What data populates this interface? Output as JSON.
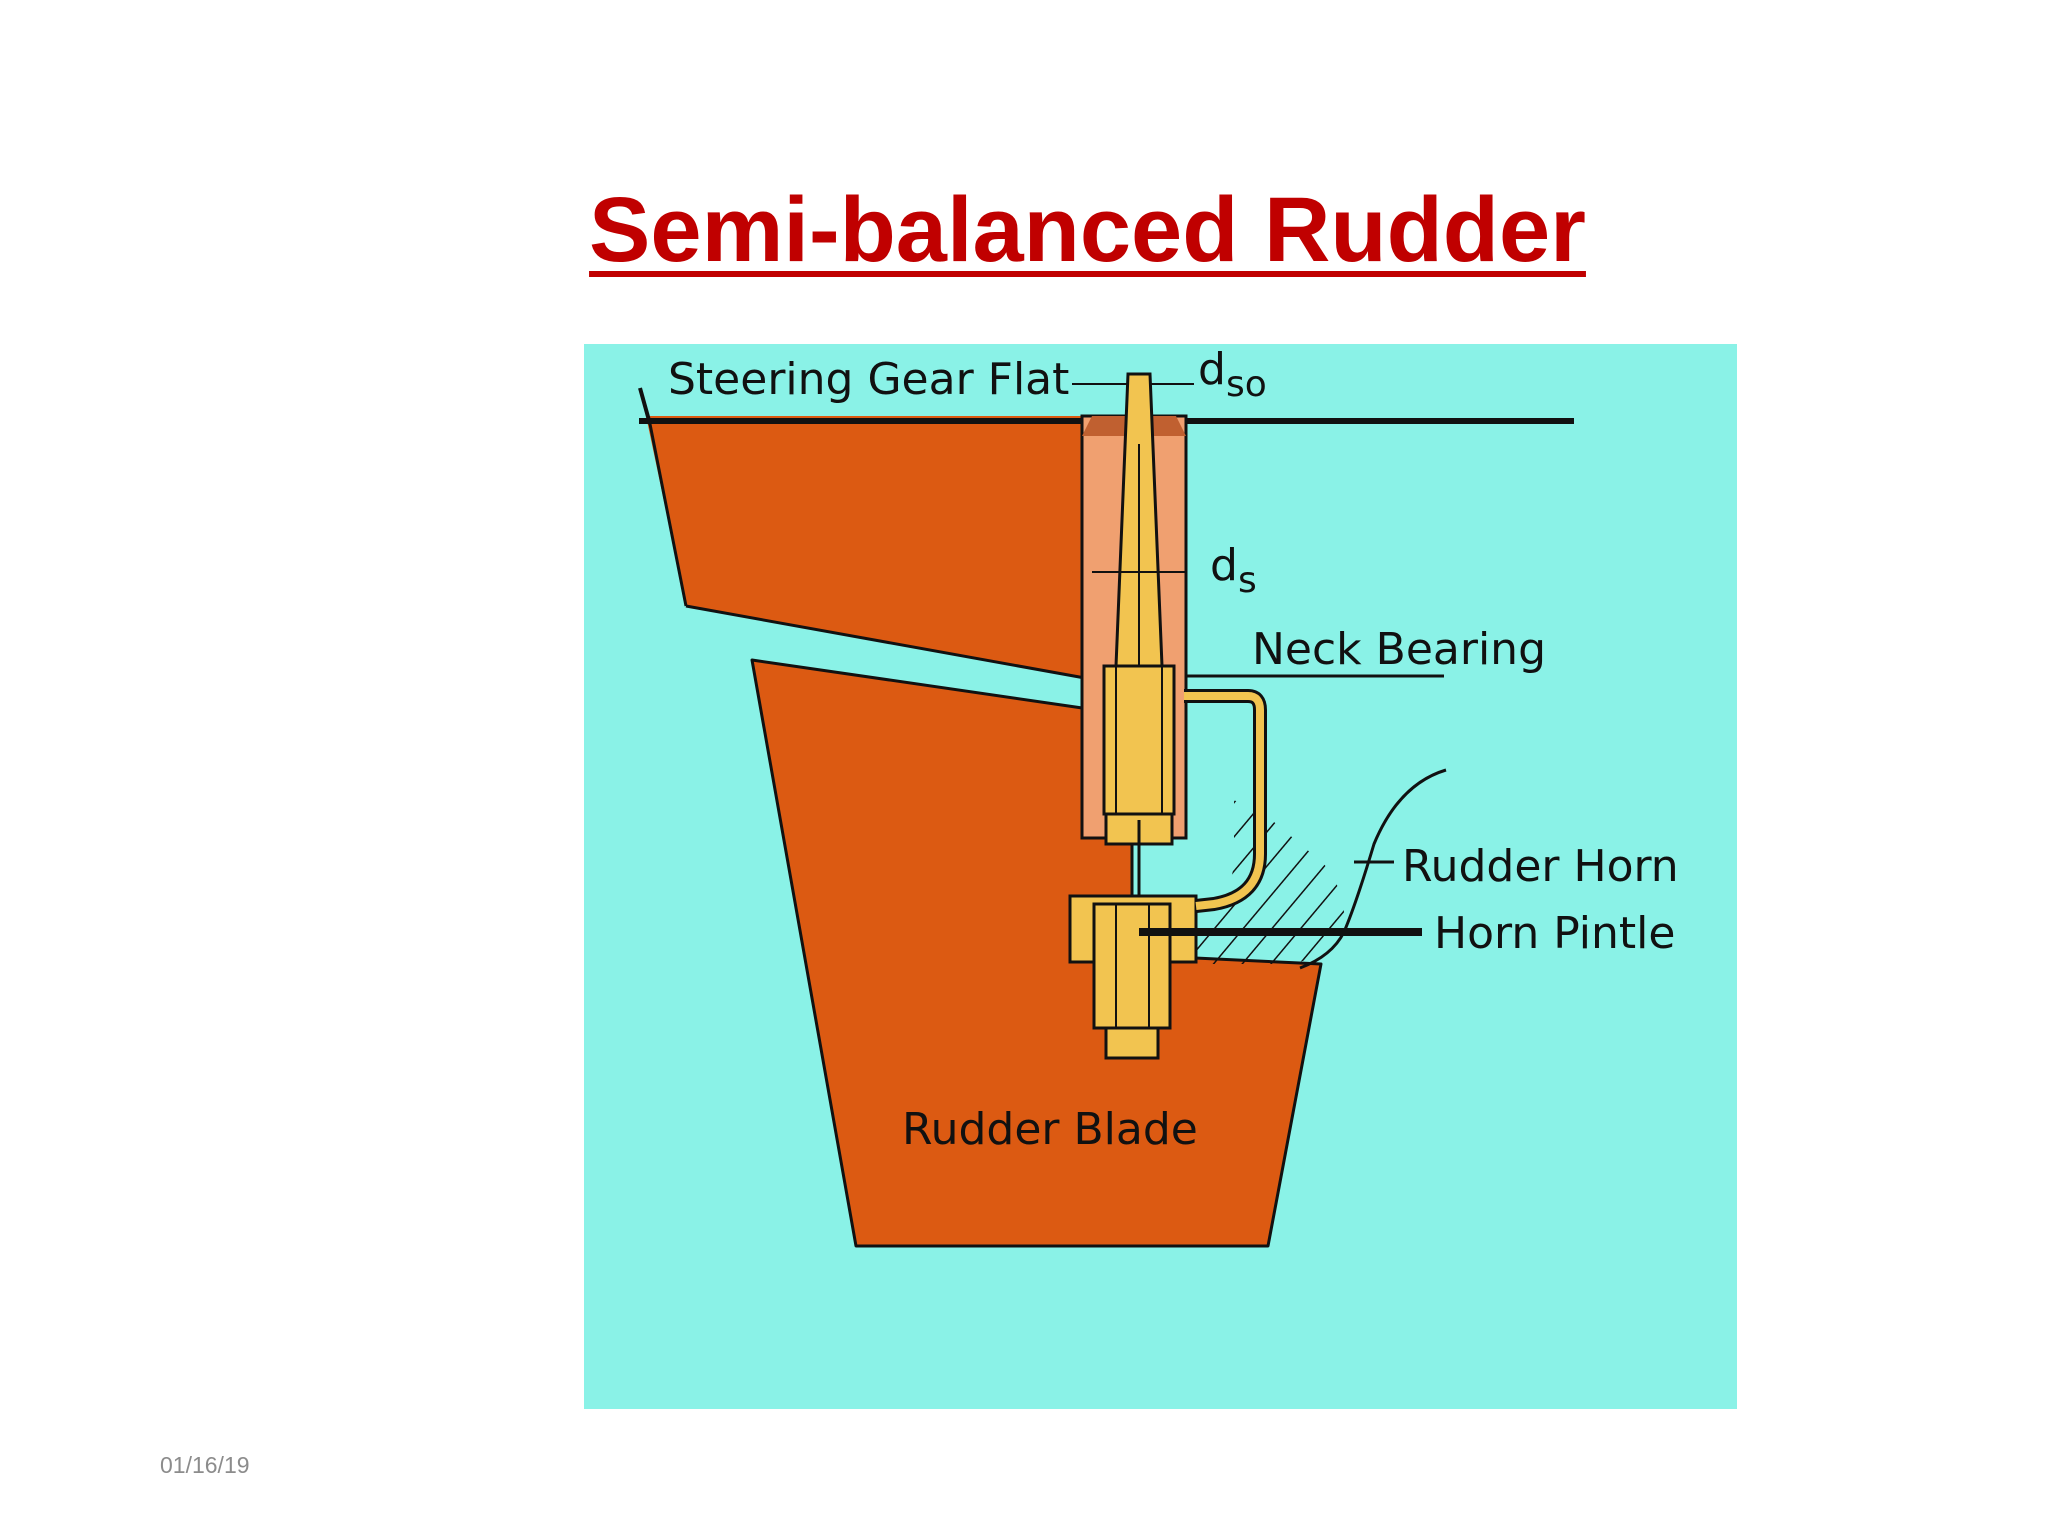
{
  "slide": {
    "title": "Semi-balanced Rudder",
    "date": "01/16/19"
  },
  "diagram": {
    "labels": {
      "steering_gear_flat": "Steering Gear Flat",
      "d_so_base": "d",
      "d_so_sub": "so",
      "d_s_base": "d",
      "d_s_sub": "s",
      "neck_bearing": "Neck Bearing",
      "rudder_horn": "Rudder Horn",
      "horn_pintle": "Horn Pintle",
      "rudder_blade": "Rudder Blade"
    },
    "colors": {
      "background": "#8af2e7",
      "hull": "#dc5a12",
      "bearing": "#f0a070",
      "stock": "#f2c450",
      "title": "#c00000"
    }
  }
}
